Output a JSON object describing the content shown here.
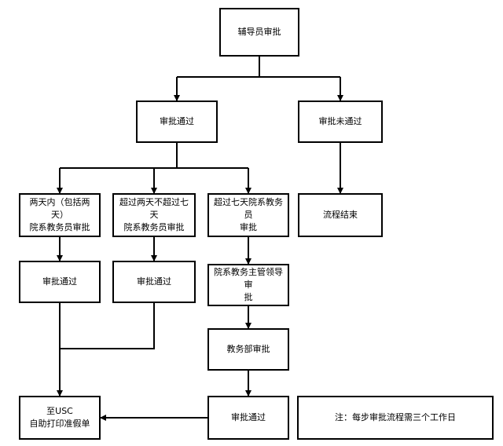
{
  "flowchart": {
    "nodes": {
      "counselor_review": "辅导员审批",
      "review_passed": "审批通过",
      "review_not_passed": "审批未通过",
      "within_two_days": "两天内（包括两天）\n院系教务员审批",
      "two_to_seven_days": "超过两天不超过七天\n院系教务员审批",
      "over_seven_days": "超过七天院系教务员\n审批",
      "process_end": "流程结束",
      "passed_left": "审批通过",
      "passed_middle": "审批通过",
      "dept_supervisor_review": "院系教务主管领导审\n批",
      "academic_affairs_review": "教务部审批",
      "passed_final": "审批通过",
      "print_at_usc": "至USC\n自助打印准假单",
      "note": "注：每步审批流程需三个工作日"
    }
  }
}
